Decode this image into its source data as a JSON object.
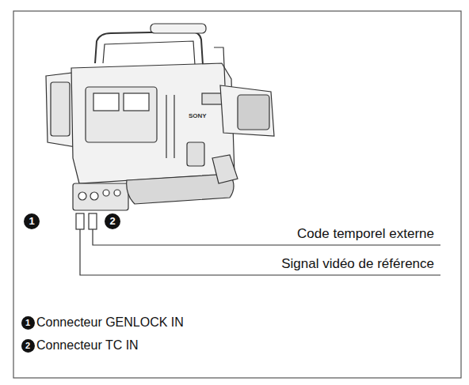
{
  "diagram": {
    "labels": [
      "SONY",
      "1",
      "2",
      "Code temporel externe",
      "Signal vidéo de référence",
      "1",
      "Connecteur GENLOCK IN",
      "2",
      "Connecteur TC IN"
    ]
  }
}
